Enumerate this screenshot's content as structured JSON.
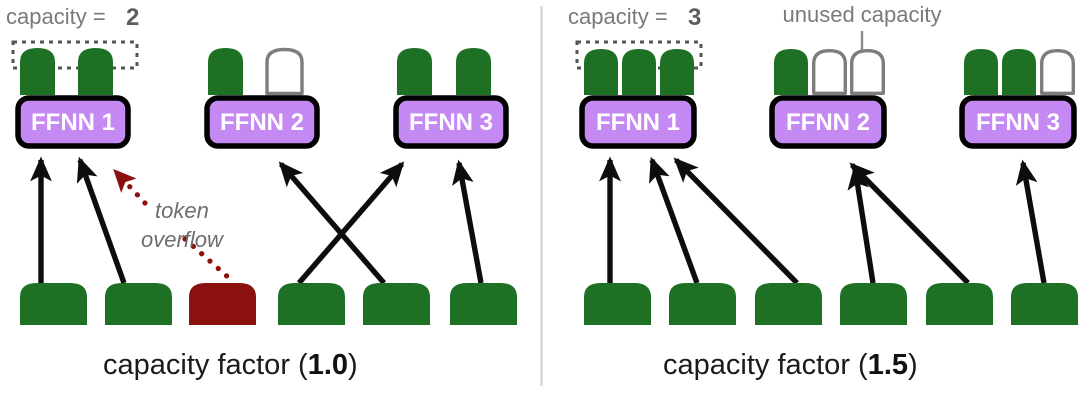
{
  "figure": {
    "title": "Mixture-of-Experts token routing with capacity factor",
    "background_color": "#ffffff",
    "divider_color": "#d4d4d4"
  },
  "colors": {
    "token_filled": "#1e7025",
    "token_overflow": "#8b1010",
    "token_empty_fill": "#ffffff",
    "token_empty_stroke": "#7d7d7d",
    "expert_fill": "#c489f2",
    "expert_stroke": "#000000",
    "expert_text": "#ffffff",
    "arrow": "#0d0d0d",
    "overflow_arrow": "#8b1010",
    "label_gray": "#7a7a7a",
    "caption_text": "#1b1b1b",
    "dashed_box": "#555555"
  },
  "panels": [
    {
      "id": "panel-left",
      "capacity_label": "capacity =",
      "capacity_value": "2",
      "caption_prefix": "capacity factor (",
      "caption_value": "1.0",
      "caption_suffix": ")",
      "capacity_per_expert": 2,
      "experts": [
        {
          "label": "FFNN 1",
          "slots": [
            "filled",
            "filled"
          ],
          "filled": 2,
          "unused": 0,
          "highlighted": true
        },
        {
          "label": "FFNN 2",
          "slots": [
            "filled",
            "empty"
          ],
          "filled": 1,
          "unused": 1,
          "highlighted": false
        },
        {
          "label": "FFNN 3",
          "slots": [
            "filled",
            "filled"
          ],
          "filled": 2,
          "unused": 0,
          "highlighted": false
        }
      ],
      "input_tokens": [
        {
          "index": 0,
          "state": "routed"
        },
        {
          "index": 1,
          "state": "routed"
        },
        {
          "index": 2,
          "state": "overflow"
        },
        {
          "index": 3,
          "state": "routed"
        },
        {
          "index": 4,
          "state": "routed"
        },
        {
          "index": 5,
          "state": "routed"
        }
      ],
      "routes": [
        {
          "from_token": 0,
          "to_expert": 0,
          "type": "solid"
        },
        {
          "from_token": 1,
          "to_expert": 0,
          "type": "solid"
        },
        {
          "from_token": 2,
          "to_expert": 0,
          "type": "dotted-overflow"
        },
        {
          "from_token": 3,
          "to_expert": 2,
          "type": "solid"
        },
        {
          "from_token": 4,
          "to_expert": 1,
          "type": "solid"
        },
        {
          "from_token": 5,
          "to_expert": 2,
          "type": "solid"
        }
      ],
      "annotations": [
        {
          "name": "token-overflow",
          "line1": "token",
          "line2": "overflow"
        }
      ]
    },
    {
      "id": "panel-right",
      "capacity_label": "capacity =",
      "capacity_value": "3",
      "caption_prefix": "capacity factor (",
      "caption_value": "1.5",
      "caption_suffix": ")",
      "capacity_per_expert": 3,
      "experts": [
        {
          "label": "FFNN 1",
          "slots": [
            "filled",
            "filled",
            "filled"
          ],
          "filled": 3,
          "unused": 0,
          "highlighted": true
        },
        {
          "label": "FFNN 2",
          "slots": [
            "filled",
            "empty",
            "empty"
          ],
          "filled": 1,
          "unused": 2,
          "highlighted": false
        },
        {
          "label": "FFNN 3",
          "slots": [
            "filled",
            "filled",
            "empty"
          ],
          "filled": 2,
          "unused": 1,
          "highlighted": false
        }
      ],
      "input_tokens": [
        {
          "index": 0,
          "state": "routed"
        },
        {
          "index": 1,
          "state": "routed"
        },
        {
          "index": 2,
          "state": "routed"
        },
        {
          "index": 3,
          "state": "routed"
        },
        {
          "index": 4,
          "state": "routed"
        },
        {
          "index": 5,
          "state": "routed"
        }
      ],
      "routes": [
        {
          "from_token": 0,
          "to_expert": 0,
          "type": "solid"
        },
        {
          "from_token": 1,
          "to_expert": 0,
          "type": "solid"
        },
        {
          "from_token": 2,
          "to_expert": 0,
          "type": "solid"
        },
        {
          "from_token": 3,
          "to_expert": 2,
          "type": "solid"
        },
        {
          "from_token": 4,
          "to_expert": 1,
          "type": "solid"
        },
        {
          "from_token": 5,
          "to_expert": 2,
          "type": "solid"
        }
      ],
      "annotations": [
        {
          "name": "unused-capacity",
          "line1": "unused capacity",
          "line2": ""
        }
      ]
    }
  ]
}
